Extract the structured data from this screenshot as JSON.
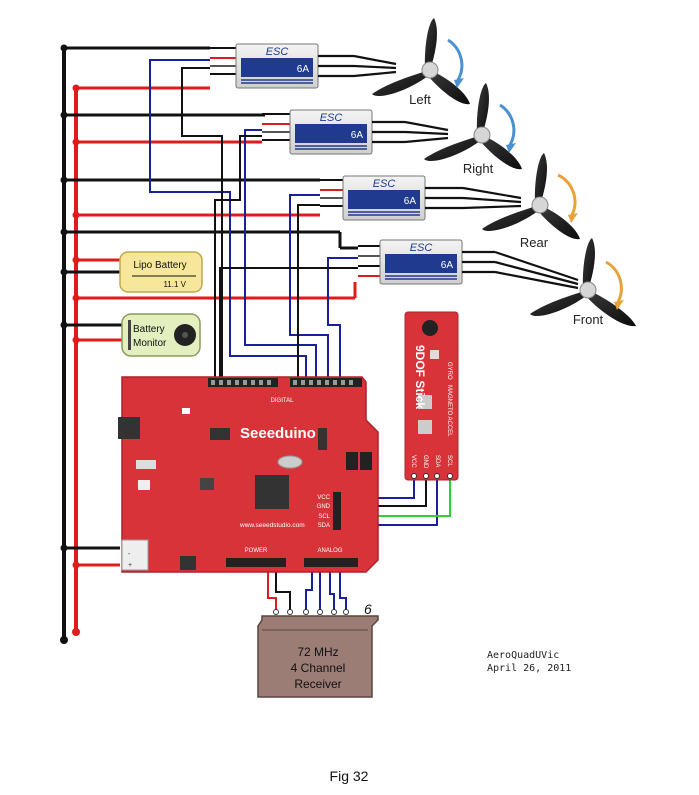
{
  "esc": {
    "title": "ESC",
    "rating": "6A"
  },
  "motors": {
    "left": "Left",
    "right": "Right",
    "rear": "Rear",
    "front": "Front"
  },
  "battery": {
    "name": "Lipo Battery",
    "voltage": "11.1 V"
  },
  "monitor": {
    "line1": "Battery",
    "line2": "Monitor"
  },
  "board": {
    "name": "Seeeduino",
    "url": "www.seeedstudio.com",
    "digital": "DIGITAL",
    "analog": "ANALOG",
    "power": "POWER",
    "pins_vcc": "VCC",
    "pins_gnd": "GND",
    "pins_scl": "SCL",
    "pins_sda": "SDA"
  },
  "imu": {
    "name": "9DOF Stick",
    "pins": [
      "VCC",
      "GND",
      "SDA",
      "SCL"
    ],
    "magneto": "MAGNETO ACCEL",
    "gyro": "GYRO"
  },
  "receiver": {
    "line1": "72 MHz",
    "line2": "4 Channel",
    "line3": "Receiver",
    "mark": "6"
  },
  "credit": {
    "line1": "AeroQuadUVic",
    "line2": "April 26, 2011"
  },
  "caption": "Fig 32",
  "colors": {
    "wire_red": "#e01b1b",
    "wire_black": "#111111",
    "wire_blue": "#1a1f9a",
    "wire_green": "#2fd12f",
    "board_red": "#d9333a",
    "esc_blue": "#1f3a8f",
    "arrow_blue": "#4b90d0",
    "arrow_orange": "#e6a33a",
    "battery_yellow": "#f6e79a",
    "monitor_green": "#e3efbf",
    "receiver_brown": "#9b7d76"
  }
}
